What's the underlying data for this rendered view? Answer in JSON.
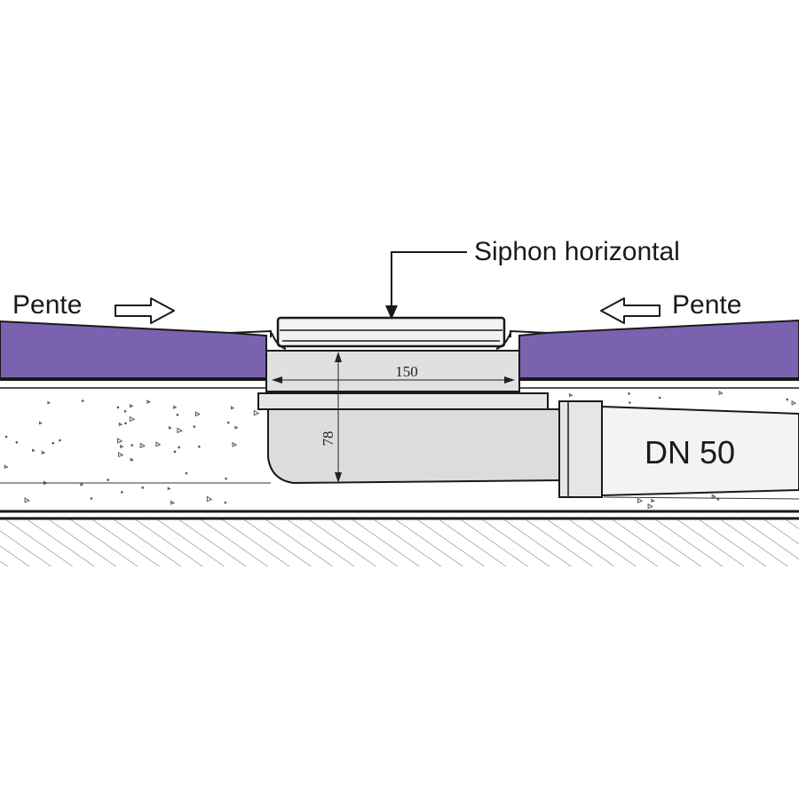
{
  "labels": {
    "title": "Siphon horizontal",
    "slope_left": "Pente",
    "slope_right": "Pente",
    "pipe": "DN 50"
  },
  "dimensions": {
    "width": "150",
    "height": "78"
  },
  "colors": {
    "screed": "#7a62b0",
    "fill": "#ffffff",
    "siphon_body": "#e0e0e0",
    "outline": "#1a1a1a",
    "hatch": "#555555"
  }
}
